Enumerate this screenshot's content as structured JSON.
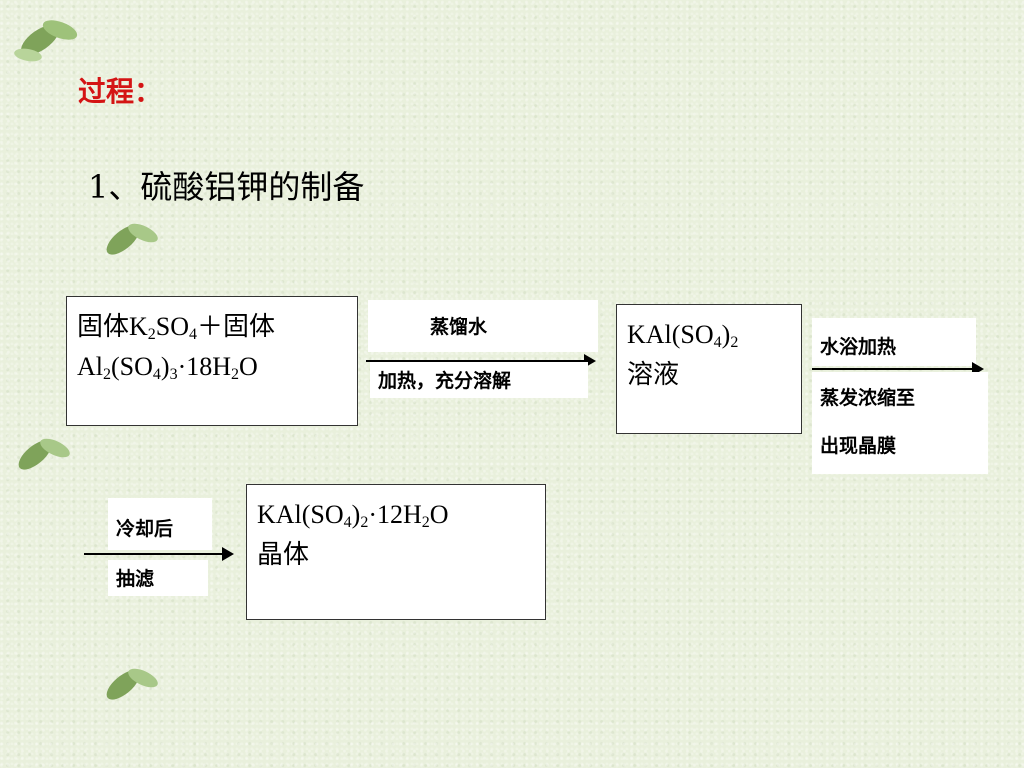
{
  "title": "过程：",
  "subtitle": "1、硫酸铝钾的制备",
  "box1": {
    "line1_a": "固体K",
    "line1_sub1": "2",
    "line1_b": "SO",
    "line1_sub2": "4",
    "line1_c": "＋固体",
    "line2_a": "Al",
    "line2_sub1": "2",
    "line2_b": "(SO",
    "line2_sub2": "4",
    "line2_c": ")",
    "line2_sub3": "3",
    "line2_d": "·18H",
    "line2_sub4": "2",
    "line2_e": "O"
  },
  "arrow1": {
    "top_label": "蒸馏水",
    "bottom_label": "加热，充分溶解"
  },
  "box2": {
    "line1_a": "KAl(SO",
    "line1_sub1": "4",
    "line1_b": ")",
    "line1_sub2": "2",
    "line2": "溶液"
  },
  "arrow2": {
    "top_label": "水浴加热",
    "bottom_line1": "蒸发浓缩至",
    "bottom_line2": "出现晶膜"
  },
  "arrow3": {
    "top_label": "冷却后",
    "bottom_label": "抽滤"
  },
  "box3": {
    "line1_a": "KAl(SO",
    "line1_sub1": "4",
    "line1_b": ")",
    "line1_sub2": "2",
    "line1_c": "·12H",
    "line1_sub3": "2",
    "line1_d": "O",
    "line2": "晶体"
  }
}
